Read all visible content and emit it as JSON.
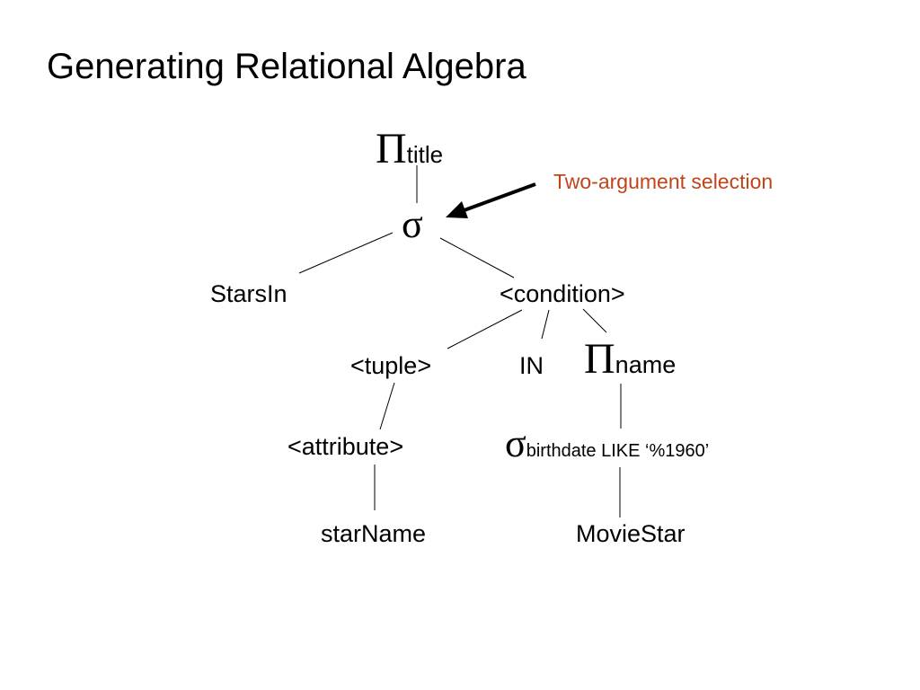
{
  "slide": {
    "title": "Generating Relational Algebra"
  },
  "annotation": {
    "text": "Two-argument selection",
    "color": "#C0441A"
  },
  "tree": {
    "root_project": {
      "symbol": "Π",
      "subscript": "title"
    },
    "select": {
      "symbol": "σ"
    },
    "starsin": "StarsIn",
    "condition": "<condition>",
    "tuple": "<tuple>",
    "in_keyword": "IN",
    "name_project": {
      "symbol": "Π",
      "subscript": "name"
    },
    "attribute": "<attribute>",
    "inner_select": {
      "symbol": "σ",
      "subscript": "birthdate LIKE ‘%1960’"
    },
    "starname": "starName",
    "moviestar": "MovieStar"
  }
}
